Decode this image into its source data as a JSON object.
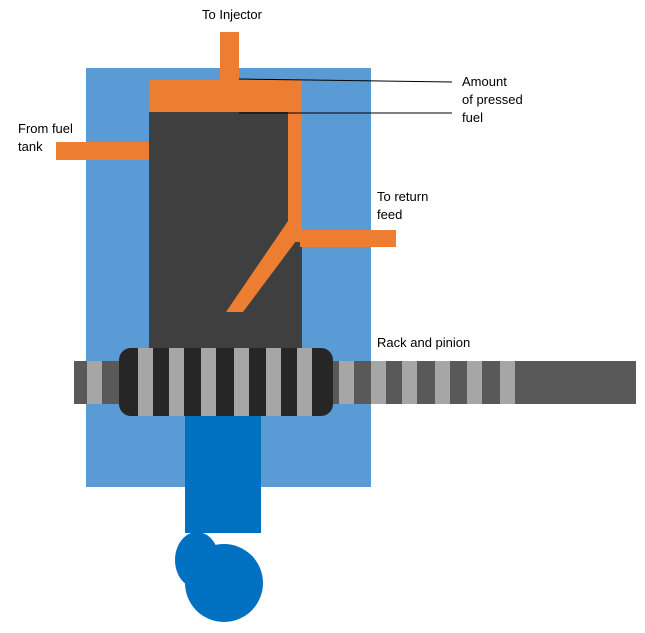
{
  "labels": {
    "to_injector": "To Injector",
    "from_fuel_tank": [
      "From fuel",
      "tank"
    ],
    "amount_of_pressed_fuel": [
      "Amount",
      "of pressed",
      "fuel"
    ],
    "to_return_feed": [
      "To return",
      "feed"
    ],
    "rack_and_pinion": "Rack and pinion"
  },
  "colors": {
    "housing": "#5b9bd5",
    "fuel_pipe": "#ed7d31",
    "plunger": "#3f3f3f",
    "rack_bar": "#595959",
    "rack_tooth": "#a6a6a6",
    "pinion": "#262626",
    "cam": "#0070c0"
  }
}
